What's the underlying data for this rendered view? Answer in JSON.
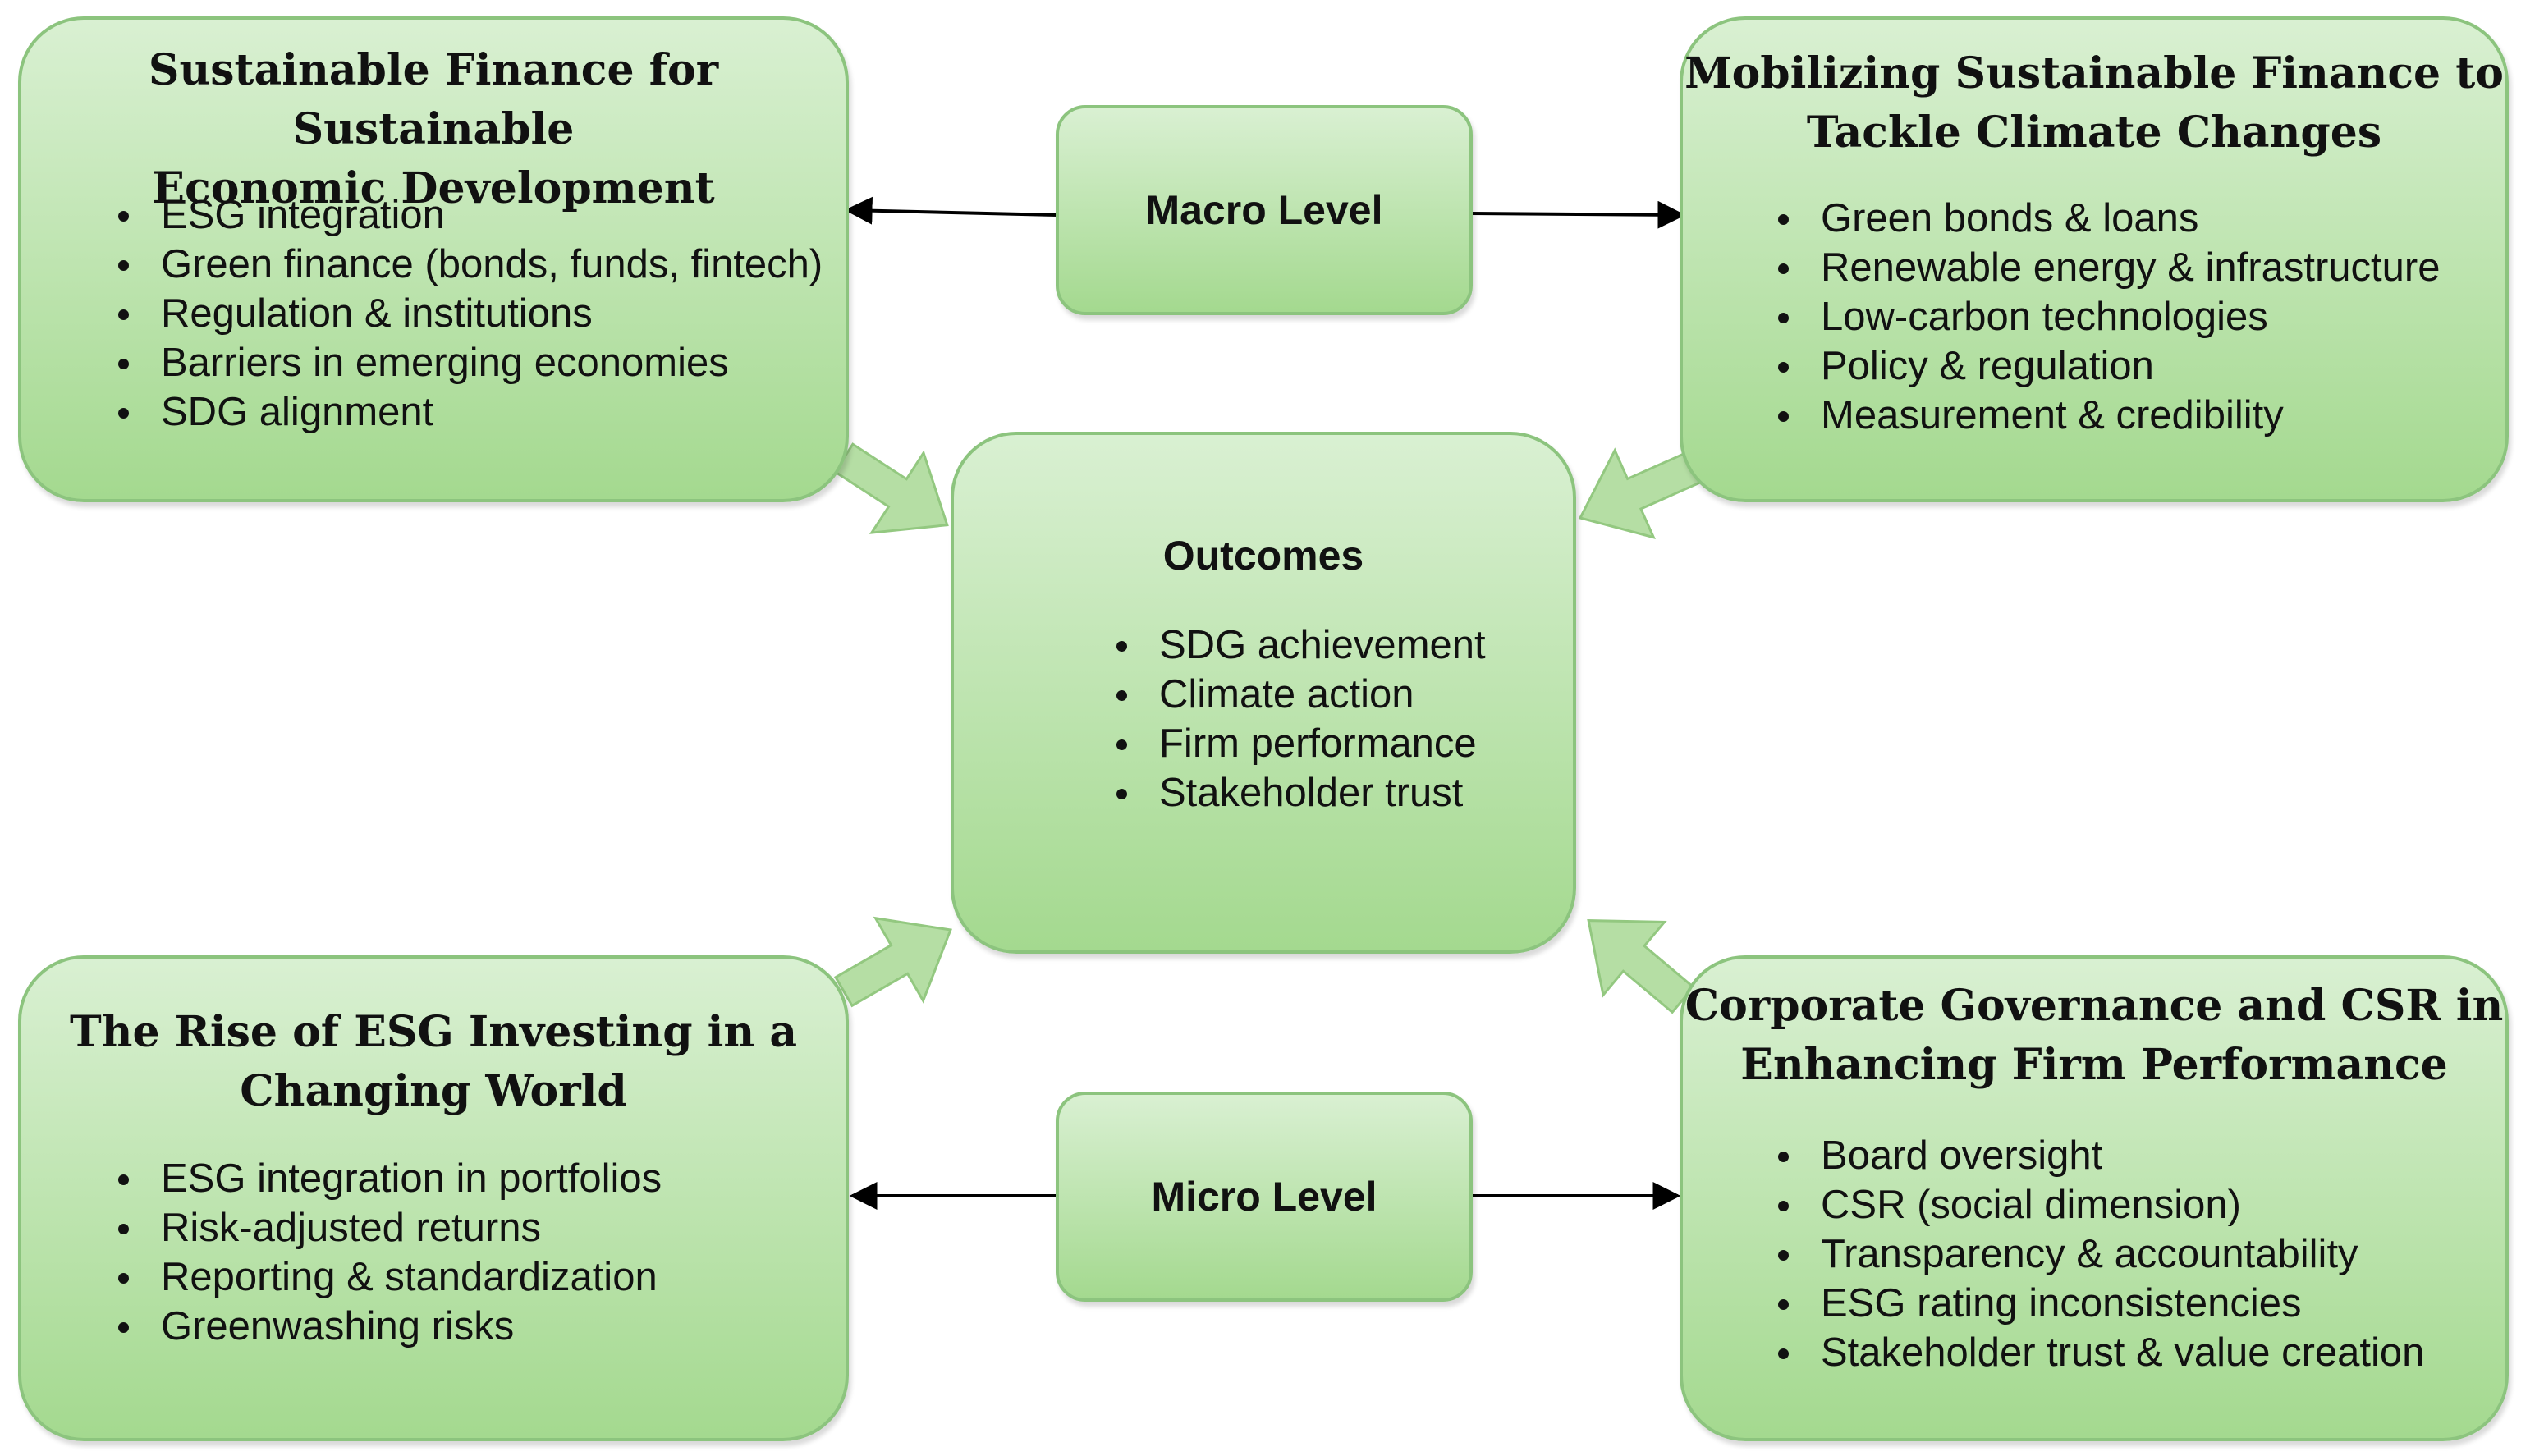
{
  "top_left": {
    "title_line1": "Sustainable Finance for Sustainable",
    "title_line2": "Economic Development",
    "items": [
      "ESG integration",
      "Green finance (bonds, funds, fintech)",
      "Regulation & institutions",
      "Barriers in emerging economies",
      "SDG alignment"
    ]
  },
  "top_right": {
    "title_line1": "Mobilizing Sustainable Finance to",
    "title_line2": "Tackle Climate Changes",
    "items": [
      "Green bonds & loans",
      "Renewable energy & infrastructure",
      "Low-carbon technologies",
      "Policy & regulation",
      "Measurement & credibility"
    ]
  },
  "macro_level": {
    "label": "Macro Level"
  },
  "micro_level": {
    "label": "Micro Level"
  },
  "outcomes": {
    "title": "Outcomes",
    "items": [
      "SDG achievement",
      "Climate action",
      "Firm performance",
      "Stakeholder trust"
    ]
  },
  "bottom_left": {
    "title_line1": "The Rise of ESG Investing in a",
    "title_line2": "Changing World",
    "items": [
      "ESG integration in portfolios",
      "Risk-adjusted returns",
      "Reporting & standardization",
      "Greenwashing risks"
    ]
  },
  "bottom_right": {
    "title_line1": "Corporate Governance and CSR in",
    "title_line2": "Enhancing Firm Performance",
    "items": [
      "Board oversight",
      "CSR (social dimension)",
      "Transparency & accountability",
      "ESG rating inconsistencies",
      "Stakeholder trust & value creation"
    ]
  },
  "colors": {
    "box_light": "#d9f0d2",
    "box_dark": "#a4d98f",
    "border": "#8cc47e",
    "block_arrow": "#b5dea4",
    "line_arrow": "#000000"
  }
}
